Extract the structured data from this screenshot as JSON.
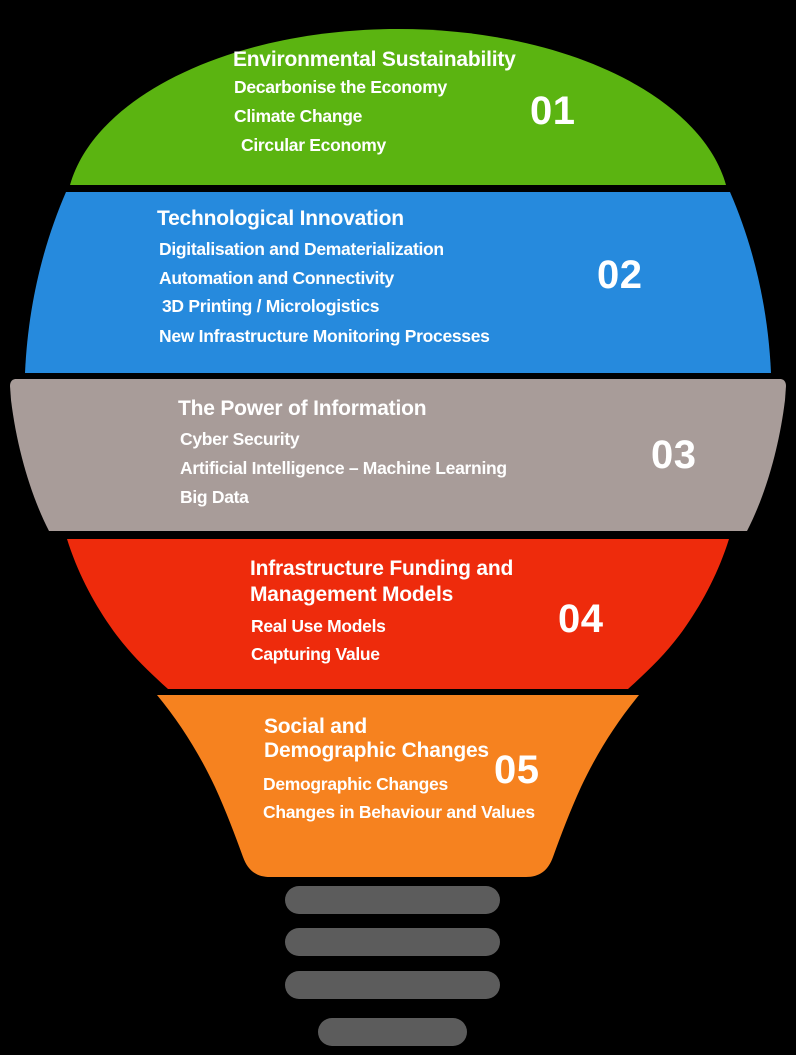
{
  "canvas": {
    "background": "#000000",
    "text_color": "#ffffff"
  },
  "sections": [
    {
      "number": "01",
      "title_lines": [
        "Environmental Sustainability"
      ],
      "items": [
        "Decarbonise the Economy",
        "Climate Change",
        "Circular Economy"
      ],
      "color": "#5bb411"
    },
    {
      "number": "02",
      "title_lines": [
        "Technological Innovation"
      ],
      "items": [
        "Digitalisation and Dematerialization",
        "Automation and Connectivity",
        "3D Printing / Micrologistics",
        "New Infrastructure Monitoring Processes"
      ],
      "color": "#268add"
    },
    {
      "number": "03",
      "title_lines": [
        "The Power of Information"
      ],
      "items": [
        "Cyber Security",
        "Artificial Intelligence – Machine Learning",
        "Big Data"
      ],
      "color": "#a89c99"
    },
    {
      "number": "04",
      "title_lines": [
        "Infrastructure Funding and",
        "Management Models"
      ],
      "items": [
        "Real Use Models",
        "Capturing Value"
      ],
      "color": "#ee2b0c"
    },
    {
      "number": "05",
      "title_lines": [
        "Social and",
        "Demographic Changes"
      ],
      "items": [
        "Demographic Changes",
        "Changes in Behaviour and Values"
      ],
      "color": "#f6821f"
    }
  ],
  "base": {
    "bar_color": "#5c5c5c"
  }
}
